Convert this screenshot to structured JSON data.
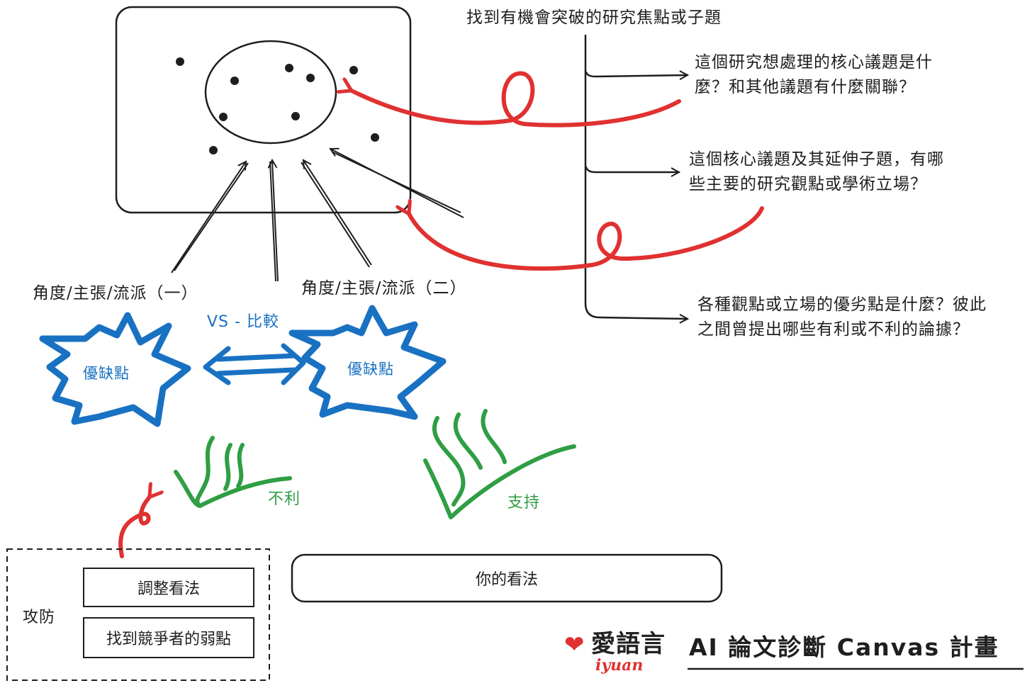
{
  "top_title": "找到有機會突破的研究焦點或子題",
  "questions": [
    "這個研究想處理的核心議題是什麼？和其他議題有什麼關聯？",
    "這個核心議題及其延伸子題，有哪些主要的研究觀點或學術立場？",
    "各種觀點或立場的優劣點是什麼？彼此之間曾提出哪些有利或不利的論據？"
  ],
  "q1_line1": "這個研究想處理的核心議題是什",
  "q1_line2": "麼？和其他議題有什麼關聯？",
  "q2_line1": "這個核心議題及其延伸子題，有哪",
  "q2_line2": "些主要的研究觀點或學術立場？",
  "q3_line1": "各種觀點或立場的優劣點是什麼？彼此",
  "q3_line2": "之間曾提出哪些有利或不利的論據？",
  "perspective_1": "角度/主張/流派（一）",
  "perspective_2": "角度/主張/流派（二）",
  "vs_label": "VS - 比較",
  "pros_cons_1": "優缺點",
  "pros_cons_2": "優缺點",
  "unfavorable": "不利",
  "supportive": "支持",
  "attack_defense": "攻防",
  "adjust_view": "調整看法",
  "find_weakness": "找到競爭者的弱點",
  "your_view": "你的看法",
  "brand": {
    "name": "愛語言",
    "sub": "iyuan",
    "title": "AI 論文診斷 Canvas 計畫"
  },
  "colors": {
    "ink": "#1e1e1e",
    "red": "#e03131",
    "blue": "#1971c2",
    "green": "#2f9e44"
  }
}
